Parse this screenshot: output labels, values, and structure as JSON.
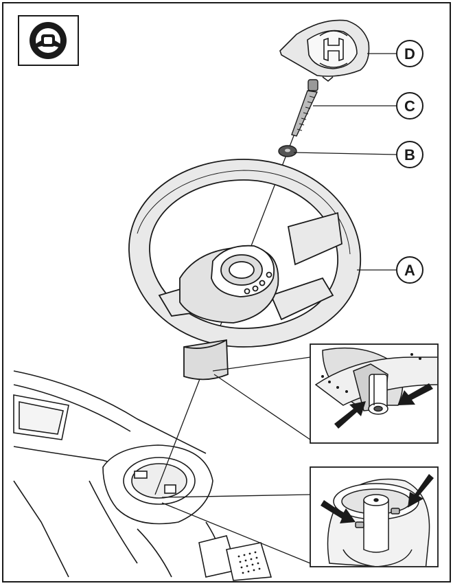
{
  "callouts": {
    "a": "A",
    "b": "B",
    "c": "C",
    "d": "D"
  },
  "icons": {
    "header": "steering-wheel-icon",
    "logo": "h-logo-icon",
    "arrows": "arrow-icon"
  },
  "colors": {
    "line": "#1a1a1a",
    "wheel_fill": "#ffffff",
    "shade": "#e6e6e6",
    "dark": "#222222"
  }
}
